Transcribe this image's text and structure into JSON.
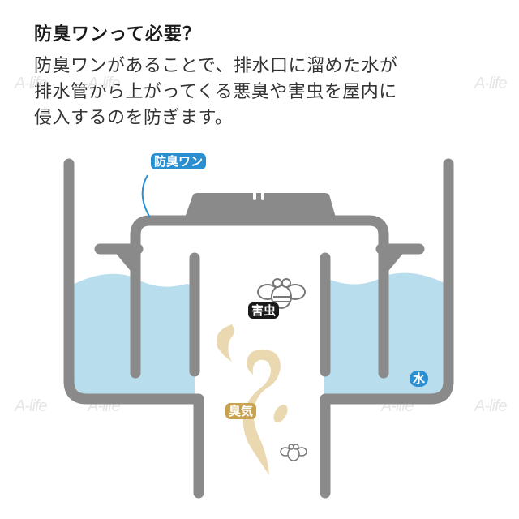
{
  "header": {
    "title": "防臭ワンって必要？",
    "description_lines": [
      "防臭ワンがあることで、排水口に溜めた水が",
      "排水管から上がってくる悪臭や害虫を屋内に",
      "侵入するのを防ぎます。"
    ]
  },
  "diagram": {
    "labels": {
      "trap": "防臭ワン",
      "pest": "害虫",
      "odor": "臭気",
      "water": "水"
    },
    "icons": [
      "bee-icon-large",
      "bee-icon-small",
      "odor-smoke-icon",
      "water-wave"
    ],
    "colors": {
      "pipe": "#8a8a8a",
      "water": "#b8deed",
      "trap_label_bg": "#2a8fd0",
      "pest_label_bg": "#1a1a1a",
      "odor_label_bg": "#c9a24e",
      "odor_smoke": "#ead9b0",
      "water_label_bg": "#2a8fd0"
    }
  },
  "watermark": {
    "text": "A-life"
  }
}
